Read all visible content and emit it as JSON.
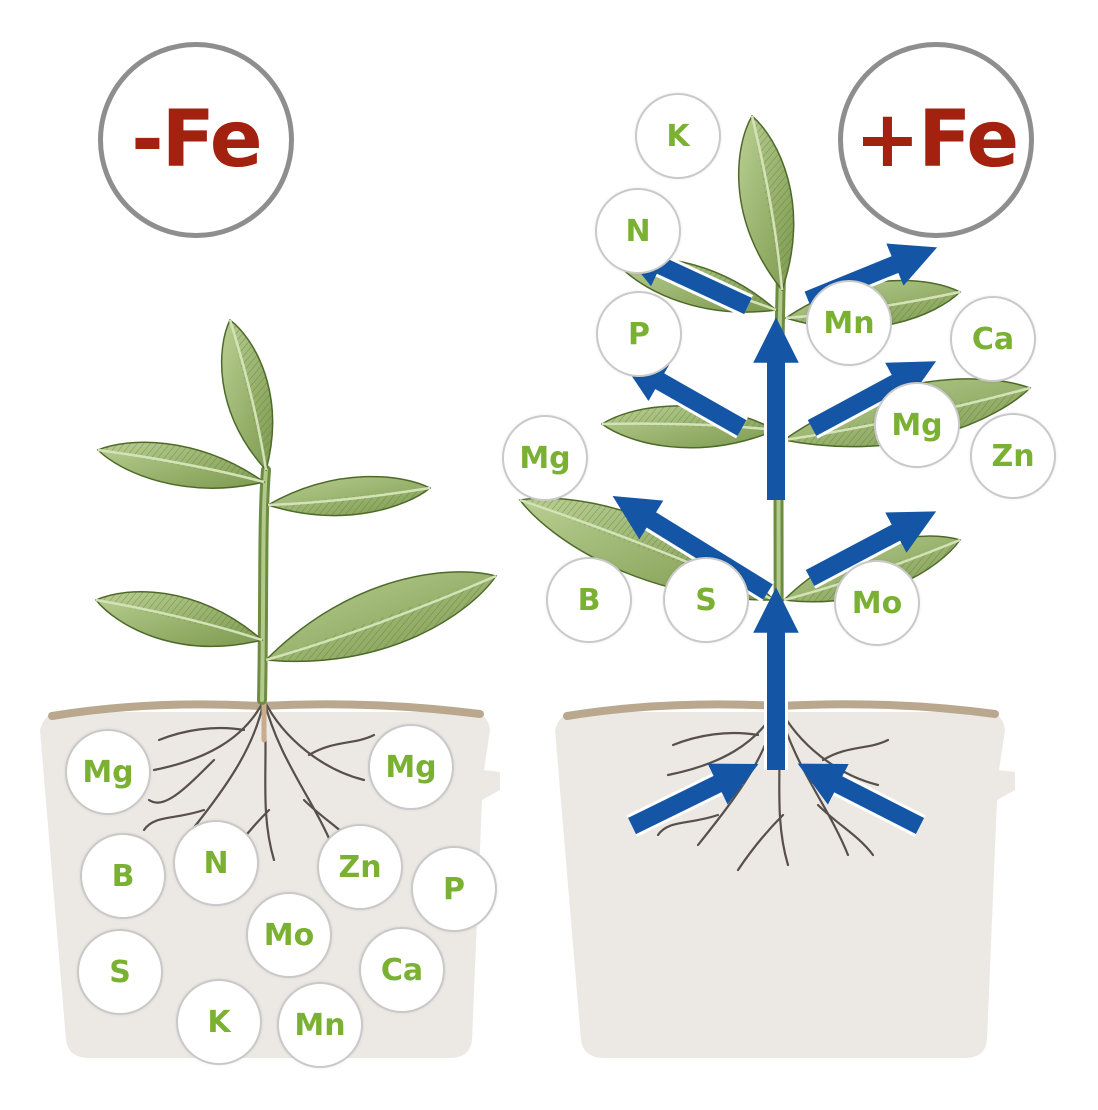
{
  "labels": {
    "minus_fe": "-Fe",
    "plus_fe": "+Fe"
  },
  "colors": {
    "fe_label": "#a3210f",
    "nutrient_text": "#7bb133",
    "arrow": "#1456a5",
    "soil": "#ece8e4",
    "soil_rim": "#b9a88e",
    "leaf_light": "#b2c98a",
    "leaf_dark": "#6c8c42"
  },
  "minus_fe": {
    "soil_nutrients": [
      "Mg",
      "Mg",
      "B",
      "N",
      "Zn",
      "P",
      "Mo",
      "S",
      "Ca",
      "K",
      "Mn"
    ]
  },
  "plus_fe": {
    "plant_nutrients": [
      "K",
      "N",
      "Mn",
      "Ca",
      "P",
      "Mg",
      "Zn",
      "Mg",
      "B",
      "S",
      "Mo"
    ]
  }
}
